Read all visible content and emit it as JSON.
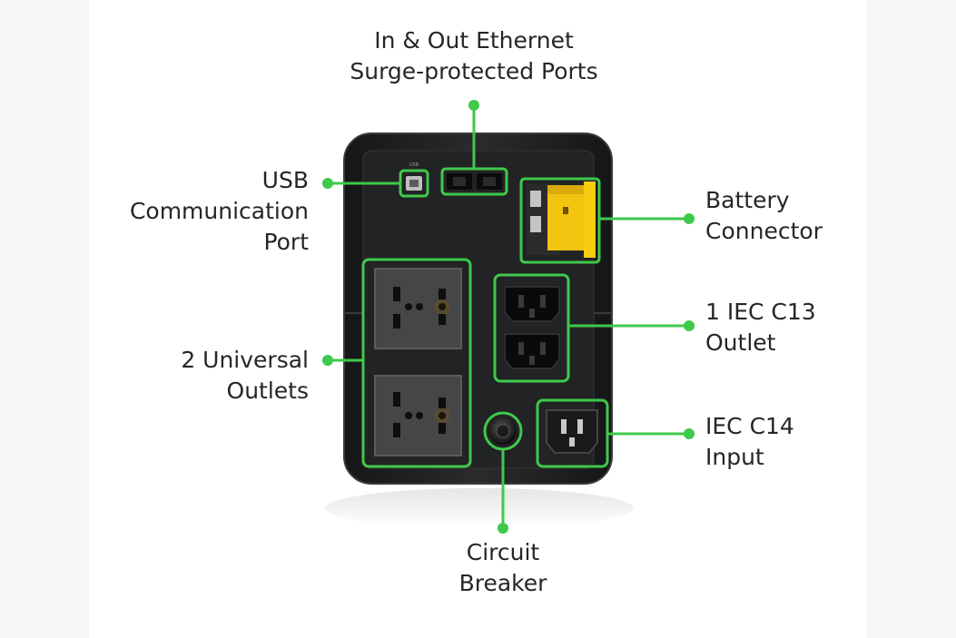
{
  "labels": {
    "ethernet": {
      "line1": "In & Out Ethernet",
      "line2": "Surge-protected Ports"
    },
    "usb": {
      "line1": "USB",
      "line2": "Communication",
      "line3": "Port"
    },
    "battery": {
      "line1": "Battery",
      "line2": "Connector"
    },
    "iec_c13": {
      "line1": "1 IEC C13",
      "line2": "Outlet"
    },
    "universal": {
      "line1": "2 Universal",
      "line2": "Outlets"
    },
    "iec_c14": {
      "line1": "IEC C14",
      "line2": "Input"
    },
    "breaker": {
      "line1": "Circuit",
      "line2": "Breaker"
    }
  },
  "colors": {
    "highlight": "#3ec94a",
    "ups_body": "#1d1e20",
    "battery_connector": "#f1c40f",
    "label_text": "#262626"
  }
}
